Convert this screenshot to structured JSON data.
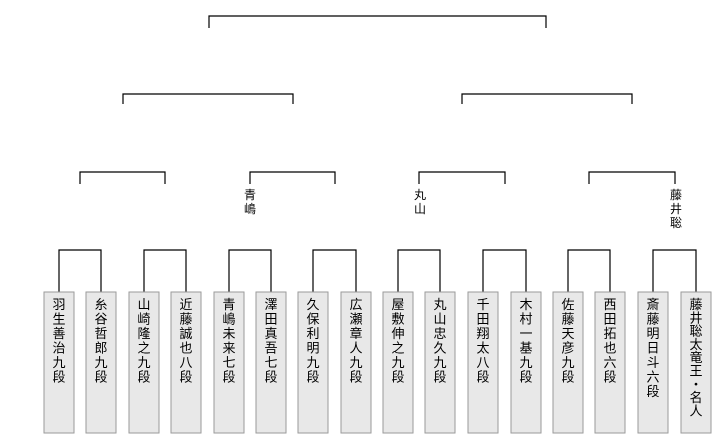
{
  "players": [
    "羽生善治九段",
    "糸谷哲郎九段",
    "山崎隆之九段",
    "近藤誠也八段",
    "青嶋未来七段",
    "澤田真吾七段",
    "久保利明九段",
    "広瀬章人九段",
    "屋敷伸之九段",
    "丸山忠久九段",
    "千田翔太八段",
    "木村一基九段",
    "佐藤天彦九段",
    "西田拓也六段",
    "斎藤明日斗六段",
    "藤井聡太竜王・名人"
  ],
  "winners": [
    {
      "slot": 2,
      "name": "青嶋"
    },
    {
      "slot": 4,
      "name": "丸山"
    },
    {
      "slot": 7,
      "name": "藤井聡"
    }
  ]
}
